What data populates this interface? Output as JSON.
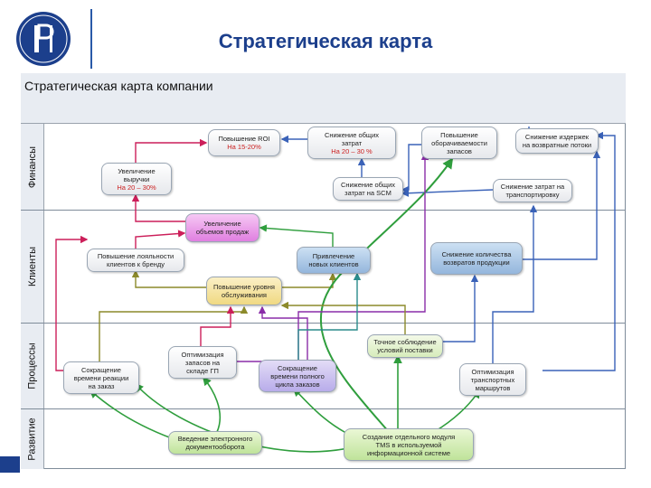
{
  "slide_title": "Стратегическая карта",
  "map_title": "Стратегическая карта компании",
  "lanes": {
    "finance": "Финансы",
    "clients": "Клиенты",
    "processes": "Процессы",
    "development": "Развитие"
  },
  "nodes": {
    "roi": {
      "line1": "Повышение ROI",
      "line2": "На 15-20%"
    },
    "reduce_costs": {
      "line1": "Снижение общих",
      "line2": "затрат",
      "line3": "На 20 – 30 %"
    },
    "turnover": {
      "line1": "Повышение",
      "line2": "оборачиваемости",
      "line3": "запасов"
    },
    "return_losses": {
      "line1": "Снижение издержек",
      "line2": "на возвратные потоки"
    },
    "revenue": {
      "line1": "Увеличение",
      "line2": "выручки",
      "line3": "На 20 – 30%"
    },
    "scm_costs": {
      "line1": "Снижение общих",
      "line2": "затрат на SCM"
    },
    "transport_costs": {
      "line1": "Снижение затрат на",
      "line2": "транспортировку"
    },
    "sales_volume": {
      "line1": "Увеличение",
      "line2": "объемов продаж"
    },
    "loyalty": {
      "line1": "Повышение лояльности",
      "line2": "клиентов к бренду"
    },
    "new_clients": {
      "line1": "Привлечение",
      "line2": "новых клиентов"
    },
    "returns_count": {
      "line1": "Снижение количества",
      "line2": "возвратов продукции"
    },
    "service_level": {
      "line1": "Повышение уровня",
      "line2": "обслуживания"
    },
    "supply_terms": {
      "line1": "Точное соблюдение",
      "line2": "условий поставки"
    },
    "stock_opt": {
      "line1": "Оптимизация",
      "line2": "запасов на",
      "line3": "складе ГП"
    },
    "reaction_time": {
      "line1": "Сокращение",
      "line2": "времени реакции",
      "line3": "на заказ"
    },
    "order_cycle": {
      "line1": "Сокращение",
      "line2": "времени полного",
      "line3": "цикла заказов"
    },
    "transport_routes": {
      "line1": "Оптимизация",
      "line2": "транспортных",
      "line3": "маршрутов"
    },
    "edoc": {
      "line1": "Введение электронного",
      "line2": "документооборота"
    },
    "tms": {
      "line1": "Создание отдельного модуля",
      "line2": "TMS в используемой",
      "line3": "информационной системе"
    }
  },
  "colors": {
    "brand_blue": "#1c3f8c",
    "arrow_red": "#cc1f5a",
    "arrow_green": "#2f9e3d",
    "arrow_blue": "#3a62b8",
    "arrow_purple": "#8a2da8",
    "arrow_olive": "#8c8a2a",
    "arrow_teal": "#2a8c8c"
  }
}
